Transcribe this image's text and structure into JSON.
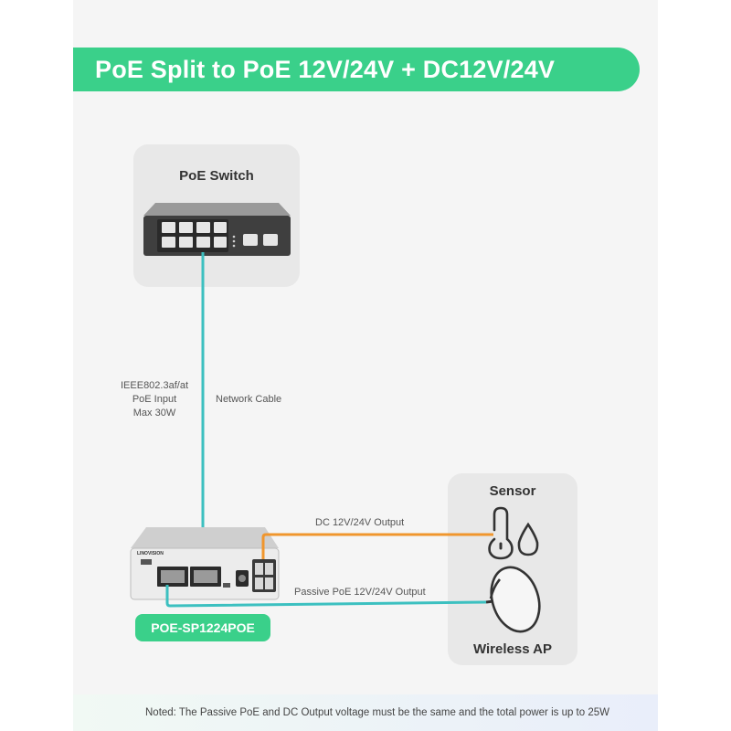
{
  "title": "PoE Split to PoE 12V/24V + DC12V/24V",
  "switch_card": {
    "title": "PoE Switch"
  },
  "input_label": {
    "line1": "IEEE802.3af/at",
    "line2": "PoE Input",
    "line3": "Max 30W"
  },
  "cable_label": "Network Cable",
  "sensor_card": {
    "title": "Sensor"
  },
  "ap_label": "Wireless AP",
  "dc_output_label": "DC 12V/24V Output",
  "poe_output_label": "Passive PoE 12V/24V Output",
  "model": "POE-SP1224POE",
  "device_brand": "LINOVISION",
  "note": "Noted: The Passive PoE and DC Output voltage must be the same and the total power is up to 25W",
  "colors": {
    "accent": "#3ad08a",
    "network_cable": "#3cc0c0",
    "dc_cable": "#f0962d"
  },
  "icons": {
    "sensor": "thermometer-droplet-icon",
    "ap": "wireless-ap-icon",
    "note": "bell-icon"
  }
}
